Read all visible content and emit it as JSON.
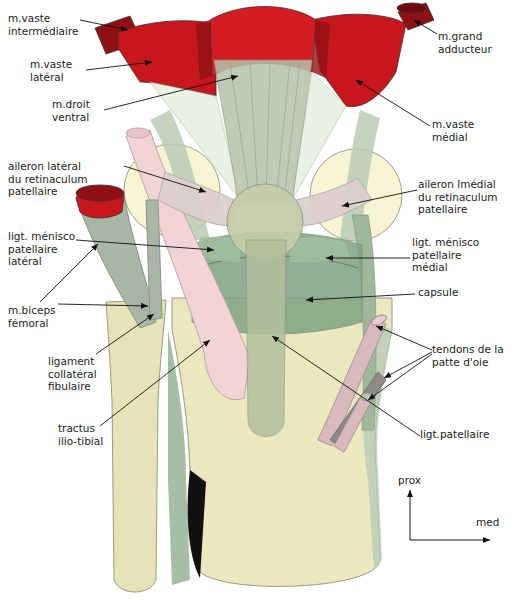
{
  "diagram": {
    "labels": [
      "m.vaste intermédiaire",
      "m.grand adducteur",
      "m.vaste latéral",
      "m.droit ventral",
      "m.vaste médial",
      "aileron latéral du retinaculum patellaire",
      "aileron lmédial du retinaculum patellaire",
      "ligt. ménisco patellaire latéral",
      "ligt. ménisco patellaire médial",
      "capsule",
      "m.biceps fémoral",
      "tendons de la patte d'oie",
      "ligament collatéral fibulaire",
      "tractus ilio-tibial",
      "ligt.patellaire",
      "prox",
      "med"
    ]
  }
}
